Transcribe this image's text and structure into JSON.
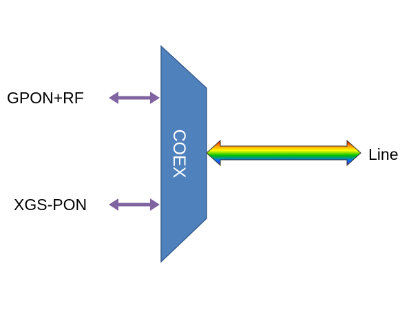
{
  "diagram": {
    "block_label": "COEX",
    "input_top_label": "GPON+RF",
    "input_bottom_label": "XGS-PON",
    "output_label": "Line"
  },
  "colors": {
    "block_fill": "#4f81bd",
    "block_stroke": "#3a5f8f",
    "input_arrow": "#8064a2",
    "spectrum": [
      "#ff0000",
      "#ff8c00",
      "#ffff00",
      "#00c000",
      "#0070ff",
      "#7030a0"
    ]
  }
}
